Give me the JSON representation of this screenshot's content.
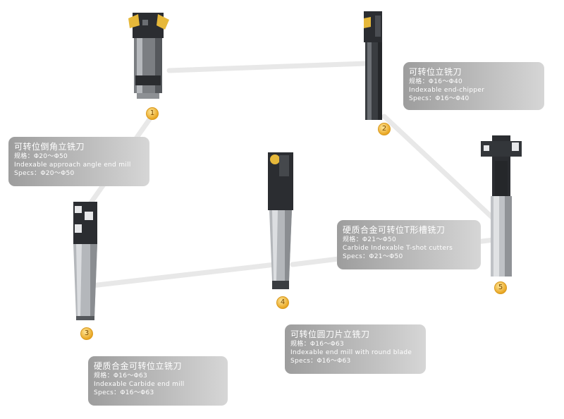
{
  "products": [
    {
      "number": "1",
      "title": "可转位倒角立铣刀",
      "spec_cn": "规格：Φ20～Φ50",
      "name_en": "Indexable approach angle end mill",
      "spec_en": "Specs：Φ20～Φ50"
    },
    {
      "number": "2",
      "title": "可转位立铣刀",
      "spec_cn": "规格：Φ16～Φ40",
      "name_en": "Indexable end-chipper",
      "spec_en": "Specs：Φ16～Φ40"
    },
    {
      "number": "3",
      "title": "硬质合金可转位立铣刀",
      "spec_cn": "规格：Φ16～Φ63",
      "name_en": "Indexable Carbide end mill",
      "spec_en": "Specs：Φ16～Φ63"
    },
    {
      "number": "4",
      "title": "可转位圆刀片立铣刀",
      "spec_cn": "规格：Φ16～Φ63",
      "name_en": "Indexable end mill with round blade",
      "spec_en": "Specs：Φ16～Φ63"
    },
    {
      "number": "5",
      "title": "硬质合金可转位T形槽铣刀",
      "spec_cn": "规格：Φ21～Φ50",
      "name_en": "Carbide Indexable T-shot cutters",
      "spec_en": "Specs：Φ21～Φ50"
    }
  ],
  "colors": {
    "card": "#b4b4b4",
    "badge": "#e9a723",
    "connector": "#e6e6e6"
  }
}
